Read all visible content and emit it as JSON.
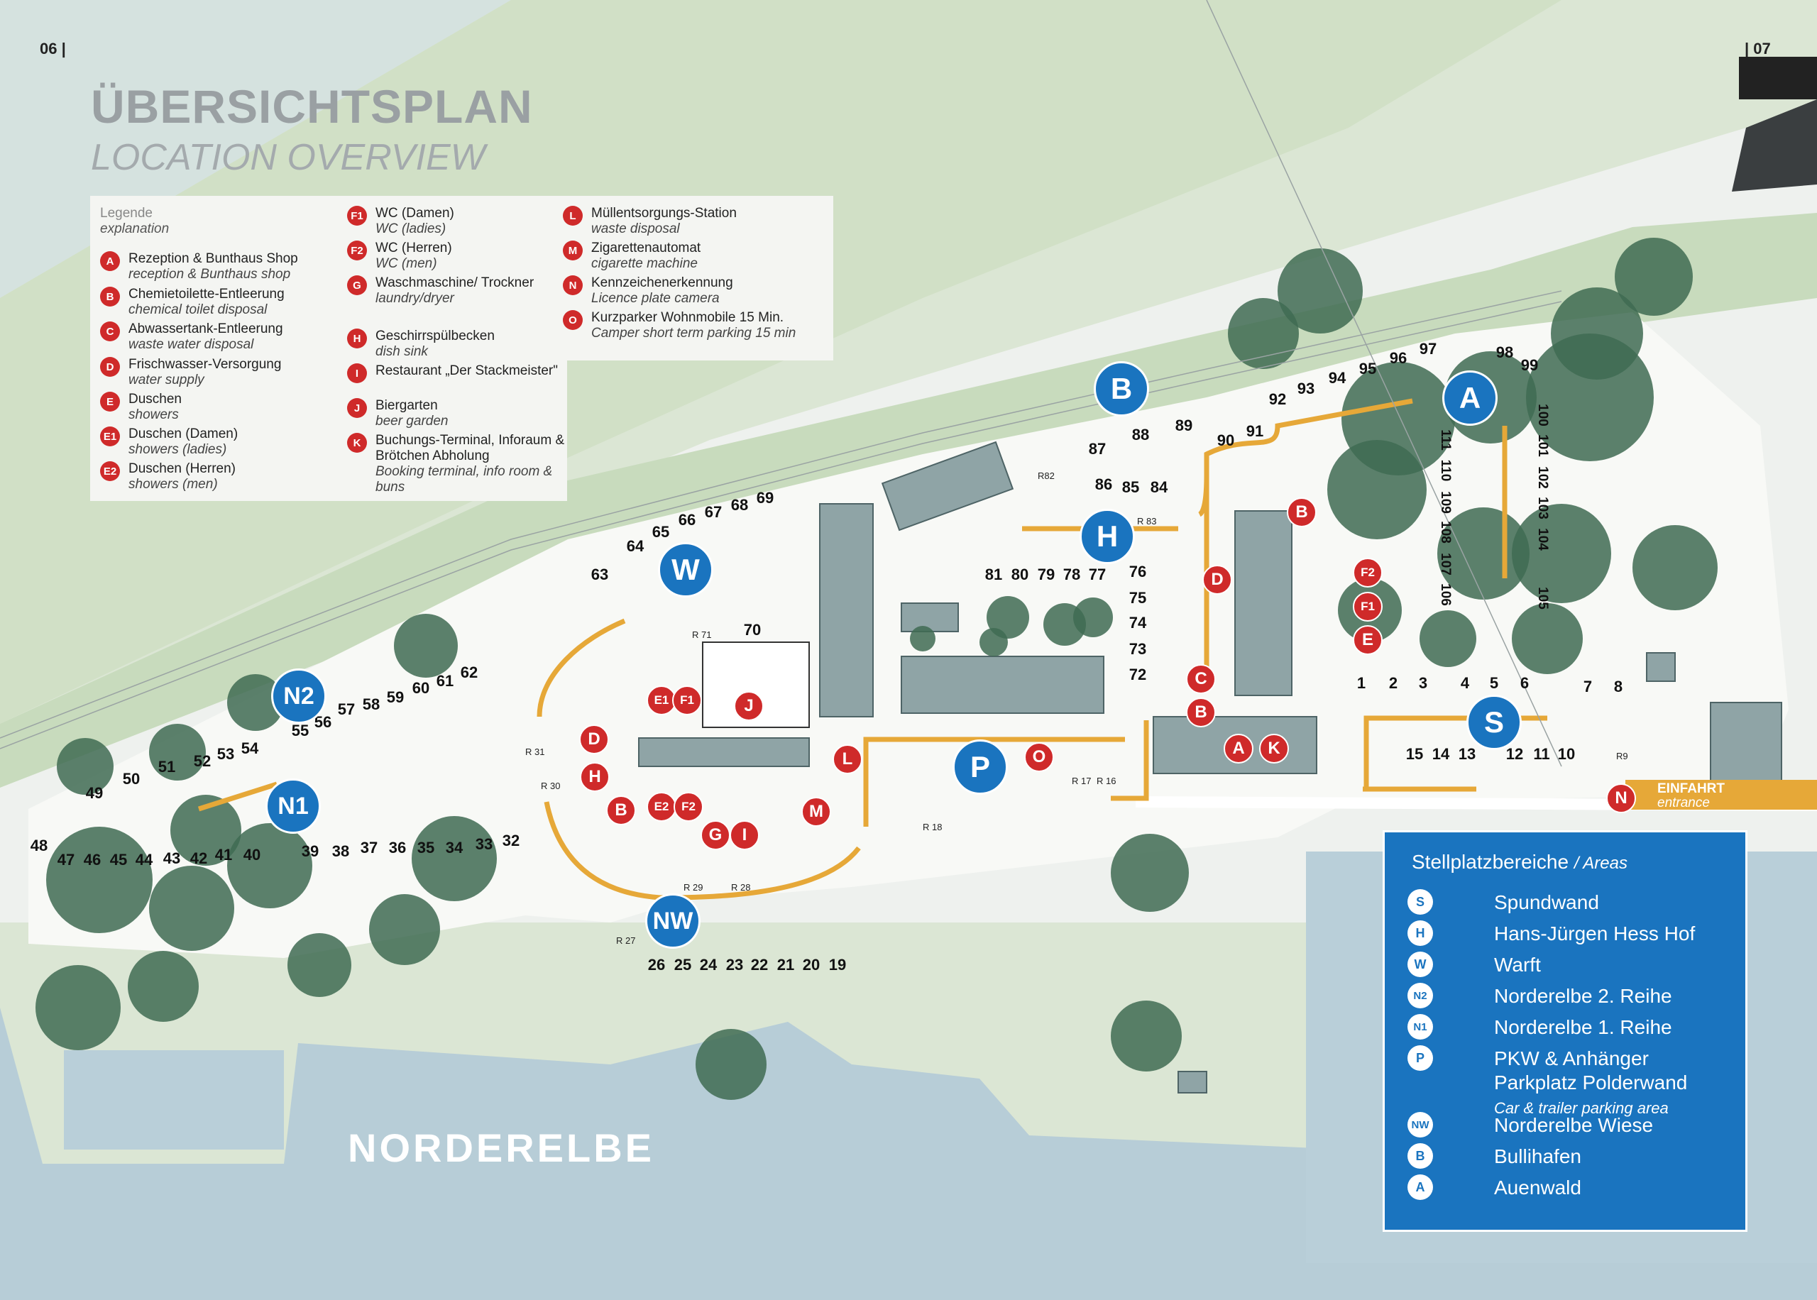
{
  "page": {
    "left_number": "06 |",
    "right_number": "| 07"
  },
  "header": {
    "title": "ÜBERSICHTSPLAN",
    "subtitle": "LOCATION OVERVIEW"
  },
  "legend": {
    "heading": "Legende",
    "heading_en": "explanation",
    "items": [
      {
        "key": "A",
        "de": "Rezeption & Bunthaus Shop",
        "en": "reception & Bunthaus shop"
      },
      {
        "key": "B",
        "de": "Chemietoilette-Entleerung",
        "en": "chemical toilet disposal"
      },
      {
        "key": "C",
        "de": "Abwassertank-Entleerung",
        "en": "waste water disposal"
      },
      {
        "key": "D",
        "de": "Frischwasser-Versorgung",
        "en": "water supply"
      },
      {
        "key": "E",
        "de": "Duschen",
        "en": "showers"
      },
      {
        "key": "E1",
        "de": "Duschen (Damen)",
        "en": "showers (ladies)"
      },
      {
        "key": "E2",
        "de": "Duschen (Herren)",
        "en": "showers (men)"
      },
      {
        "key": "F1",
        "de": "WC (Damen)",
        "en": "WC (ladies)"
      },
      {
        "key": "F2",
        "de": "WC (Herren)",
        "en": "WC (men)"
      },
      {
        "key": "G",
        "de": "Waschmaschine/ Trockner",
        "en": "laundry/dryer"
      },
      {
        "key": "H",
        "de": "Geschirrspülbecken",
        "en": "dish sink"
      },
      {
        "key": "I",
        "de": "Restaurant „Der Stackmeister\"",
        "en": ""
      },
      {
        "key": "J",
        "de": "Biergarten",
        "en": "beer garden"
      },
      {
        "key": "K",
        "de": "Buchungs-Terminal, Inforaum & Brötchen Abholung",
        "en": "Booking terminal, info room & buns"
      },
      {
        "key": "L",
        "de": "Müllentsorgungs-Station",
        "en": "waste disposal"
      },
      {
        "key": "M",
        "de": "Zigarettenautomat",
        "en": "cigarette machine"
      },
      {
        "key": "N",
        "de": "Kennzeichenerkennung",
        "en": "Licence plate camera"
      },
      {
        "key": "O",
        "de": "Kurzparker Wohnmobile 15 Min.",
        "en": "Camper short term parking 15 min"
      }
    ]
  },
  "map": {
    "water_label": "NORDERELBE",
    "entrance": {
      "de": "EINFAHRT",
      "en": "entrance"
    },
    "area_markers": [
      "A",
      "B",
      "H",
      "W",
      "N2",
      "N1",
      "P",
      "S",
      "NW"
    ],
    "facility_markers": [
      "B",
      "D",
      "F2",
      "F1",
      "E",
      "C",
      "B",
      "A",
      "K",
      "E1",
      "F1",
      "J",
      "D",
      "H",
      "B",
      "E2",
      "F2",
      "G",
      "I",
      "M",
      "L",
      "O",
      "N"
    ],
    "pitches": [
      "1",
      "2",
      "3",
      "4",
      "5",
      "6",
      "7",
      "8",
      "10",
      "11",
      "12",
      "13",
      "14",
      "15",
      "19",
      "20",
      "21",
      "22",
      "23",
      "24",
      "25",
      "26",
      "32",
      "33",
      "34",
      "35",
      "36",
      "37",
      "38",
      "39",
      "40",
      "41",
      "42",
      "43",
      "44",
      "45",
      "46",
      "47",
      "48",
      "49",
      "50",
      "51",
      "52",
      "53",
      "54",
      "55",
      "56",
      "57",
      "58",
      "59",
      "60",
      "61",
      "62",
      "63",
      "64",
      "65",
      "66",
      "67",
      "68",
      "69",
      "70",
      "72",
      "73",
      "74",
      "75",
      "76",
      "77",
      "78",
      "79",
      "80",
      "81",
      "84",
      "85",
      "86",
      "87",
      "88",
      "89",
      "90",
      "91",
      "92",
      "93",
      "94",
      "95",
      "96",
      "97",
      "98",
      "99",
      "100",
      "101",
      "102",
      "103",
      "104",
      "105",
      "106",
      "107",
      "108",
      "109",
      "110",
      "111"
    ],
    "small_labels": [
      "R 71",
      "R 31",
      "R 30",
      "R 29",
      "R 28",
      "R 27",
      "R 18",
      "R 17",
      "R 16",
      "R82",
      "R 83",
      "R9"
    ]
  },
  "areas_box": {
    "title": "Stellplatzbereiche",
    "title_en": "/ Areas",
    "rows": [
      {
        "key": "S",
        "label": "Spundwand",
        "sub": ""
      },
      {
        "key": "H",
        "label": "Hans-Jürgen Hess Hof",
        "sub": ""
      },
      {
        "key": "W",
        "label": "Warft",
        "sub": ""
      },
      {
        "key": "N2",
        "label": "Norderelbe 2. Reihe",
        "sub": ""
      },
      {
        "key": "N1",
        "label": "Norderelbe 1. Reihe",
        "sub": ""
      },
      {
        "key": "P",
        "label": "PKW & Anhänger Parkplatz Polderwand",
        "sub": "Car & trailer parking area"
      },
      {
        "key": "NW",
        "label": "Norderelbe Wiese",
        "sub": ""
      },
      {
        "key": "B",
        "label": "Bullihafen",
        "sub": ""
      },
      {
        "key": "A",
        "label": "Auenwald",
        "sub": ""
      }
    ]
  },
  "colors": {
    "water": "#b7cdd7",
    "land": "#dde8d8",
    "grass": "#cfe0c5",
    "tree": "#3f6b52",
    "building": "#8fa4a6",
    "area_blue": "#1a74bf",
    "facility_red": "#cf2a2a",
    "route": "#e6a838"
  }
}
